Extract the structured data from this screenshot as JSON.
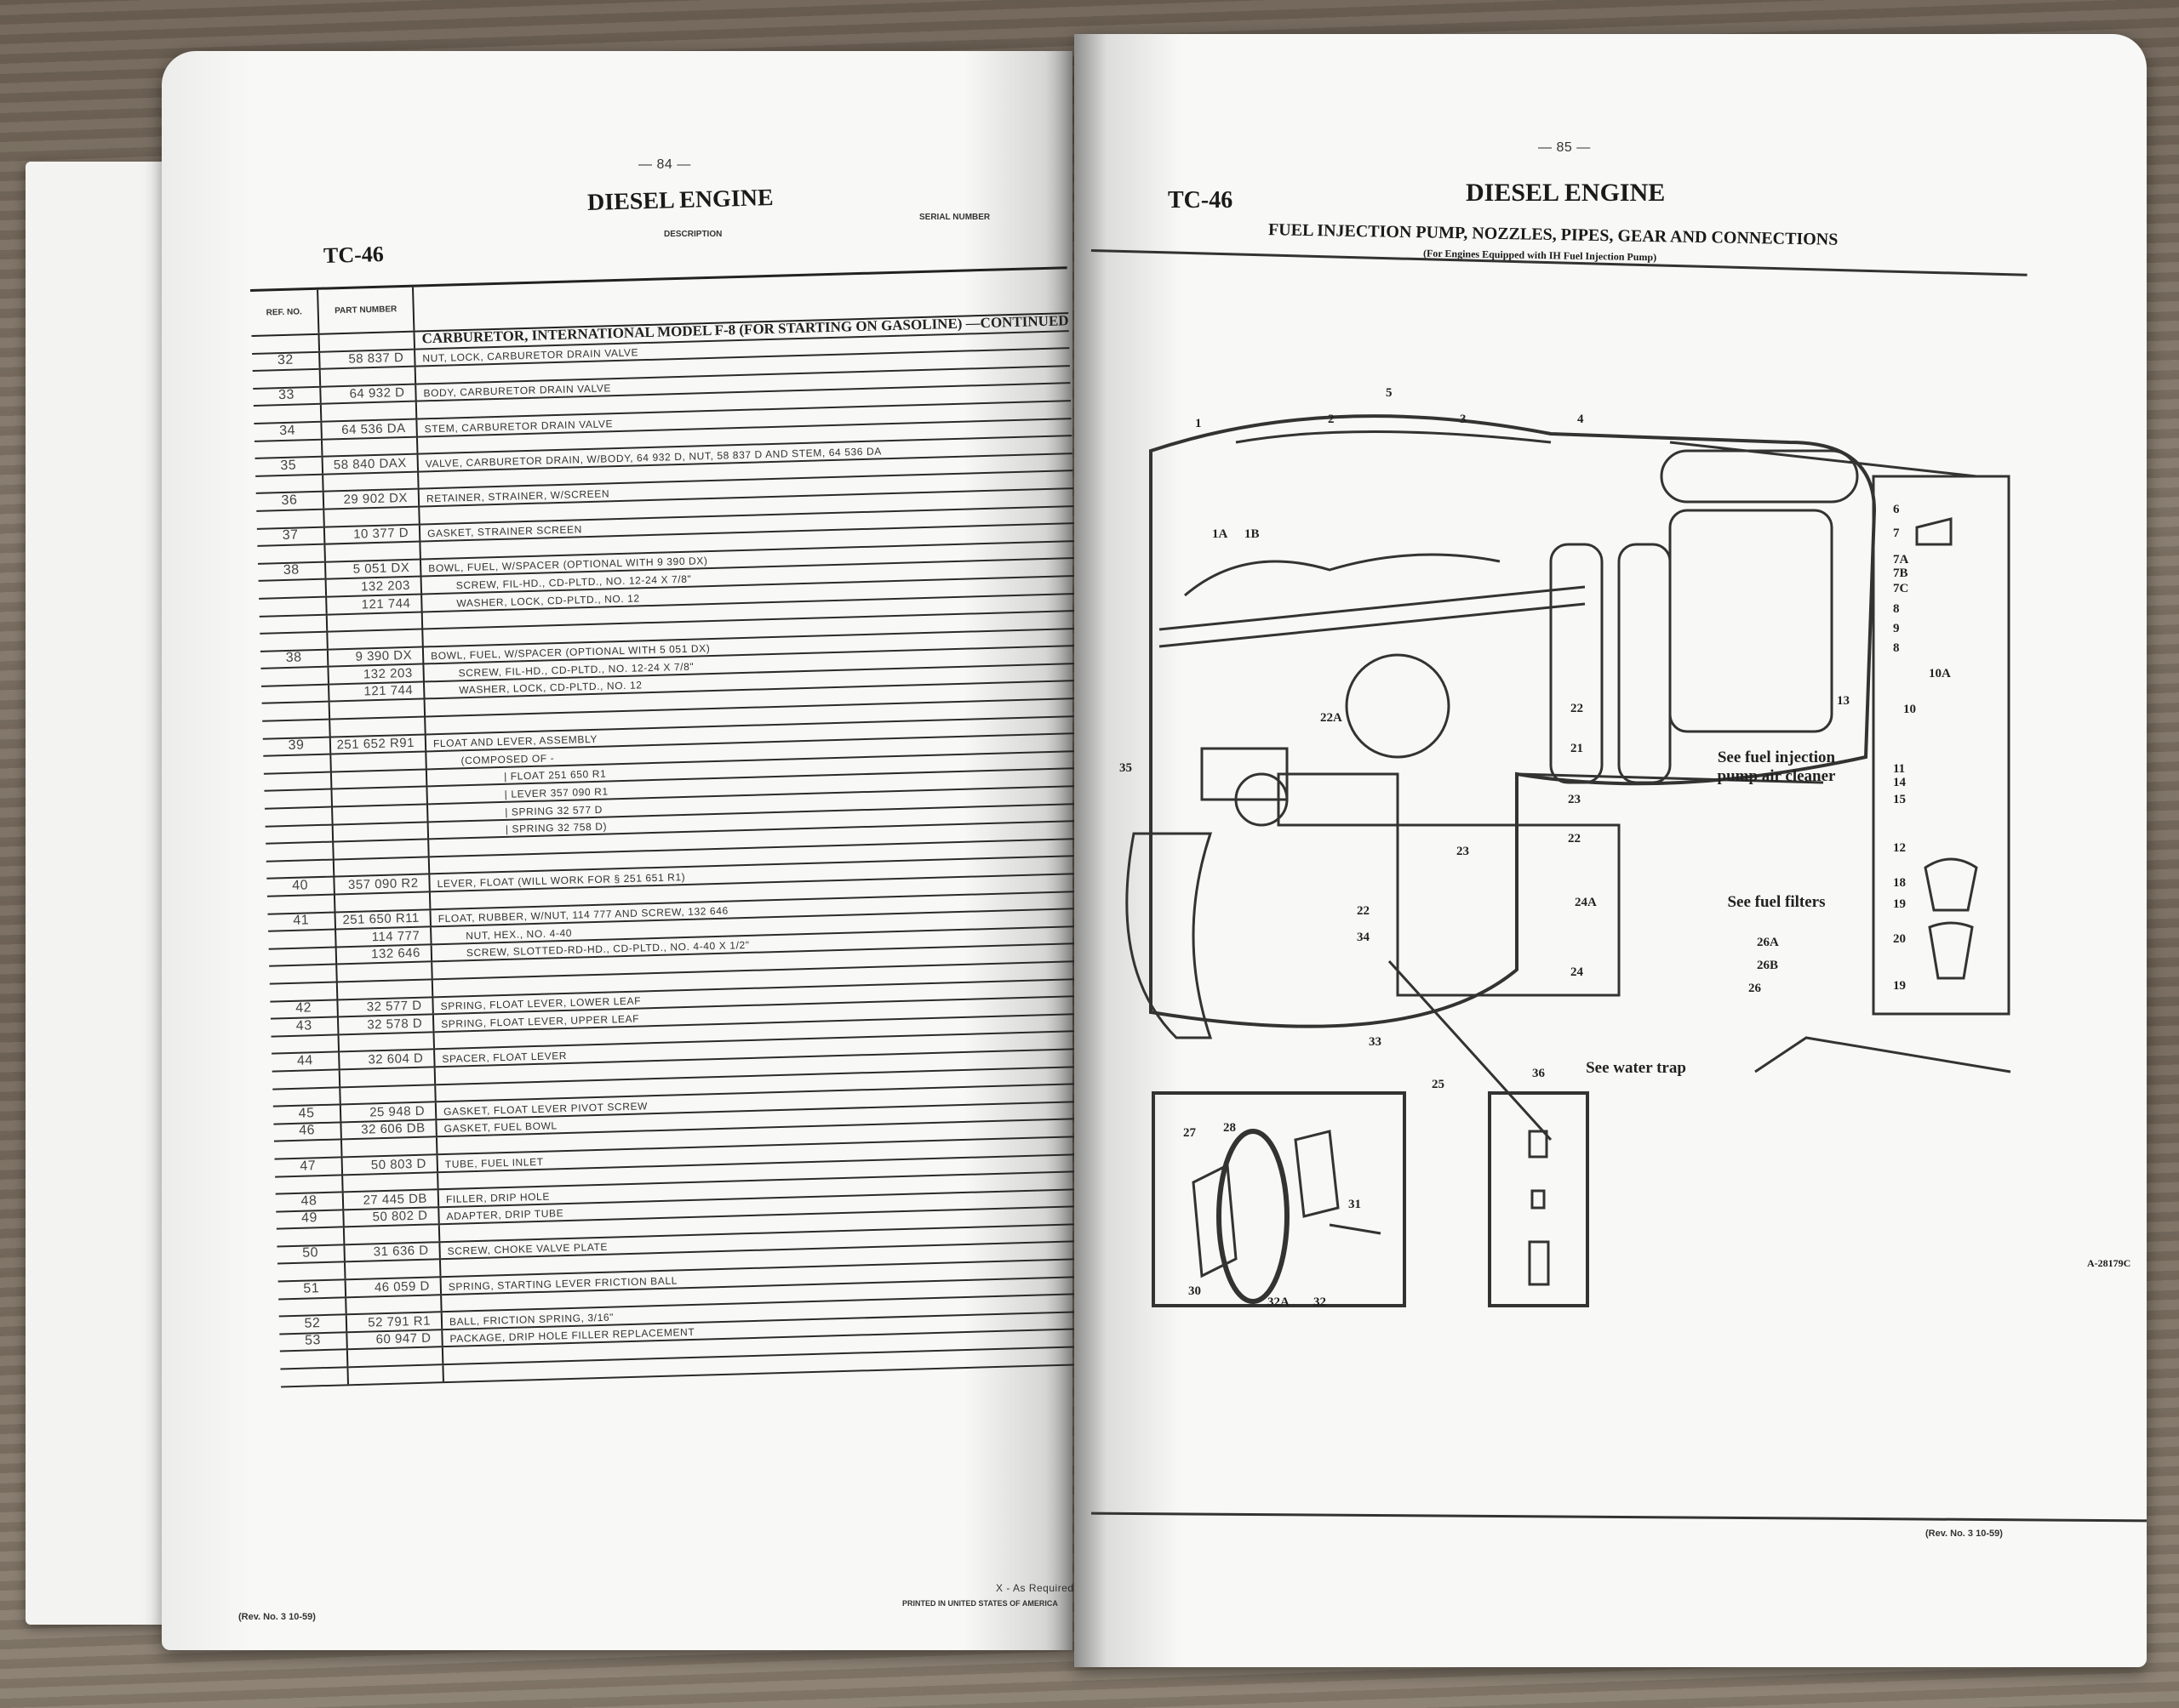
{
  "left_page": {
    "page_number": "— 84 —",
    "model": "TC-46",
    "section": "DIESEL ENGINE",
    "desc_header": "DESCRIPTION",
    "serial_header": "SERIAL NUMBER",
    "col_ref": "REF. NO.",
    "col_part": "PART NUMBER",
    "subtitle": "CARBURETOR, INTERNATIONAL MODEL F-8 (For Starting on Gasoline) —Continued",
    "rows": [
      [
        "32",
        "58 837 D",
        "NUT, LOCK, CARBURETOR DRAIN VALVE",
        0
      ],
      [
        "",
        "",
        "",
        0
      ],
      [
        "33",
        "64 932 D",
        "BODY, CARBURETOR DRAIN VALVE",
        0
      ],
      [
        "",
        "",
        "",
        0
      ],
      [
        "34",
        "64 536 DA",
        "STEM, CARBURETOR DRAIN VALVE",
        0
      ],
      [
        "",
        "",
        "",
        0
      ],
      [
        "35",
        "58 840 DAX",
        "VALVE, CARBURETOR DRAIN, w/BODY, 64 932 D, NUT, 58 837 D AND STEM, 64 536 DA",
        0
      ],
      [
        "",
        "",
        "",
        0
      ],
      [
        "36",
        "29 902 DX",
        "RETAINER, STRAINER, w/SCREEN",
        0
      ],
      [
        "",
        "",
        "",
        0
      ],
      [
        "37",
        "10 377 D",
        "GASKET, STRAINER SCREEN",
        0
      ],
      [
        "",
        "",
        "",
        0
      ],
      [
        "38",
        "5 051 DX",
        "BOWL, FUEL, w/SPACER (OPTIONAL WITH 9 390 DX)",
        0
      ],
      [
        "",
        "132 203",
        "SCREW, FIL-HD., CD-PLTD., No. 12-24 x 7/8\"",
        1
      ],
      [
        "",
        "121 744",
        "WASHER, LOCK, CD-PLTD., No. 12",
        1
      ],
      [
        "",
        "",
        "",
        0
      ],
      [
        "",
        "",
        "",
        0
      ],
      [
        "38",
        "9 390 DX",
        "BOWL, FUEL, w/SPACER (OPTIONAL WITH 5 051 DX)",
        0
      ],
      [
        "",
        "132 203",
        "SCREW, FIL-HD., CD-PLTD., No. 12-24 x 7/8\"",
        1
      ],
      [
        "",
        "121 744",
        "WASHER, LOCK, CD-PLTD., No. 12",
        1
      ],
      [
        "",
        "",
        "",
        0
      ],
      [
        "",
        "",
        "",
        0
      ],
      [
        "39",
        "251 652 R91",
        "FLOAT AND LEVER, ASSEMBLY",
        0
      ],
      [
        "",
        "",
        "(COMPOSED OF -",
        1
      ],
      [
        "",
        "",
        "| FLOAT        251 650 R1",
        2
      ],
      [
        "",
        "",
        "| LEVER        357 090 R1",
        2
      ],
      [
        "",
        "",
        "| SPRING       32 577 D",
        2
      ],
      [
        "",
        "",
        "| SPRING       32 758 D)",
        2
      ],
      [
        "",
        "",
        "",
        0
      ],
      [
        "",
        "",
        "",
        0
      ],
      [
        "40",
        "357 090 R2",
        "LEVER, FLOAT (WILL WORK FOR § 251 651 R1)",
        0
      ],
      [
        "",
        "",
        "",
        0
      ],
      [
        "41",
        "251 650 R11",
        "FLOAT, RUBBER, w/NUT, 114 777 AND SCREW, 132 646",
        0
      ],
      [
        "",
        "114 777",
        "NUT, HEX., No. 4-40",
        1
      ],
      [
        "",
        "132 646",
        "SCREW, SLOTTED-RD-HD., CD-PLTD., No. 4-40 x 1/2\"",
        1
      ],
      [
        "",
        "",
        "",
        0
      ],
      [
        "",
        "",
        "",
        0
      ],
      [
        "42",
        "32 577 D",
        "SPRING, FLOAT LEVER, LOWER LEAF",
        0
      ],
      [
        "43",
        "32 578 D",
        "SPRING, FLOAT LEVER, UPPER LEAF",
        0
      ],
      [
        "",
        "",
        "",
        0
      ],
      [
        "44",
        "32 604 D",
        "SPACER, FLOAT LEVER",
        0
      ],
      [
        "",
        "",
        "",
        0
      ],
      [
        "",
        "",
        "",
        0
      ],
      [
        "45",
        "25 948 D",
        "GASKET, FLOAT LEVER PIVOT SCREW",
        0
      ],
      [
        "46",
        "32 606 DB",
        "GASKET, FUEL BOWL",
        0
      ],
      [
        "",
        "",
        "",
        0
      ],
      [
        "47",
        "50 803 D",
        "TUBE, FUEL INLET",
        0
      ],
      [
        "",
        "",
        "",
        0
      ],
      [
        "48",
        "27 445 DB",
        "FILLER, DRIP HOLE",
        0
      ],
      [
        "49",
        "50 802 D",
        "ADAPTER, DRIP TUBE",
        0
      ],
      [
        "",
        "",
        "",
        0
      ],
      [
        "50",
        "31 636 D",
        "SCREW, CHOKE VALVE PLATE",
        0
      ],
      [
        "",
        "",
        "",
        0
      ],
      [
        "51",
        "46 059 D",
        "SPRING, STARTING LEVER FRICTION BALL",
        0
      ],
      [
        "",
        "",
        "",
        0
      ],
      [
        "52",
        "52 791 R1",
        "BALL, FRICTION SPRING, 3/16\"",
        0
      ],
      [
        "53",
        "60 947 D",
        "PACKAGE, DRIP HOLE FILLER REPLACEMENT",
        0
      ],
      [
        "",
        "",
        "",
        0
      ],
      [
        "",
        "",
        "",
        0
      ]
    ],
    "footer_rev": "(Rev. No. 3 10-59)",
    "footer_note": "X - As Required",
    "footer_printed": "PRINTED IN UNITED STATES OF AMERICA"
  },
  "right_page": {
    "page_number": "— 85 —",
    "model": "TC-46",
    "section": "DIESEL ENGINE",
    "title": "FUEL INJECTION PUMP, NOZZLES, PIPES, GEAR AND CONNECTIONS",
    "subtitle": "(For Engines Equipped with IH Fuel Injection Pump)",
    "figure_id": "A-28179C",
    "footer_rev": "(Rev. No. 3 10-59)",
    "callouts": [
      "5",
      "1",
      "2",
      "3",
      "4",
      "1A",
      "1B",
      "22A",
      "35",
      "22",
      "21",
      "23",
      "22",
      "23",
      "24A",
      "22",
      "34",
      "24",
      "33",
      "25",
      "36",
      "26A",
      "26B",
      "26"
    ],
    "notes": [
      "See fuel injection pump air cleaner",
      "See fuel filters",
      "See water trap"
    ],
    "inset_callouts": [
      "6",
      "7",
      "7A",
      "7B",
      "7C",
      "8",
      "9",
      "8",
      "10A",
      "10",
      "13",
      "11",
      "14",
      "15",
      "12",
      "18",
      "19",
      "20",
      "19"
    ],
    "bottom_callouts": [
      "27",
      "28",
      "31",
      "30",
      "32A",
      "32"
    ]
  }
}
